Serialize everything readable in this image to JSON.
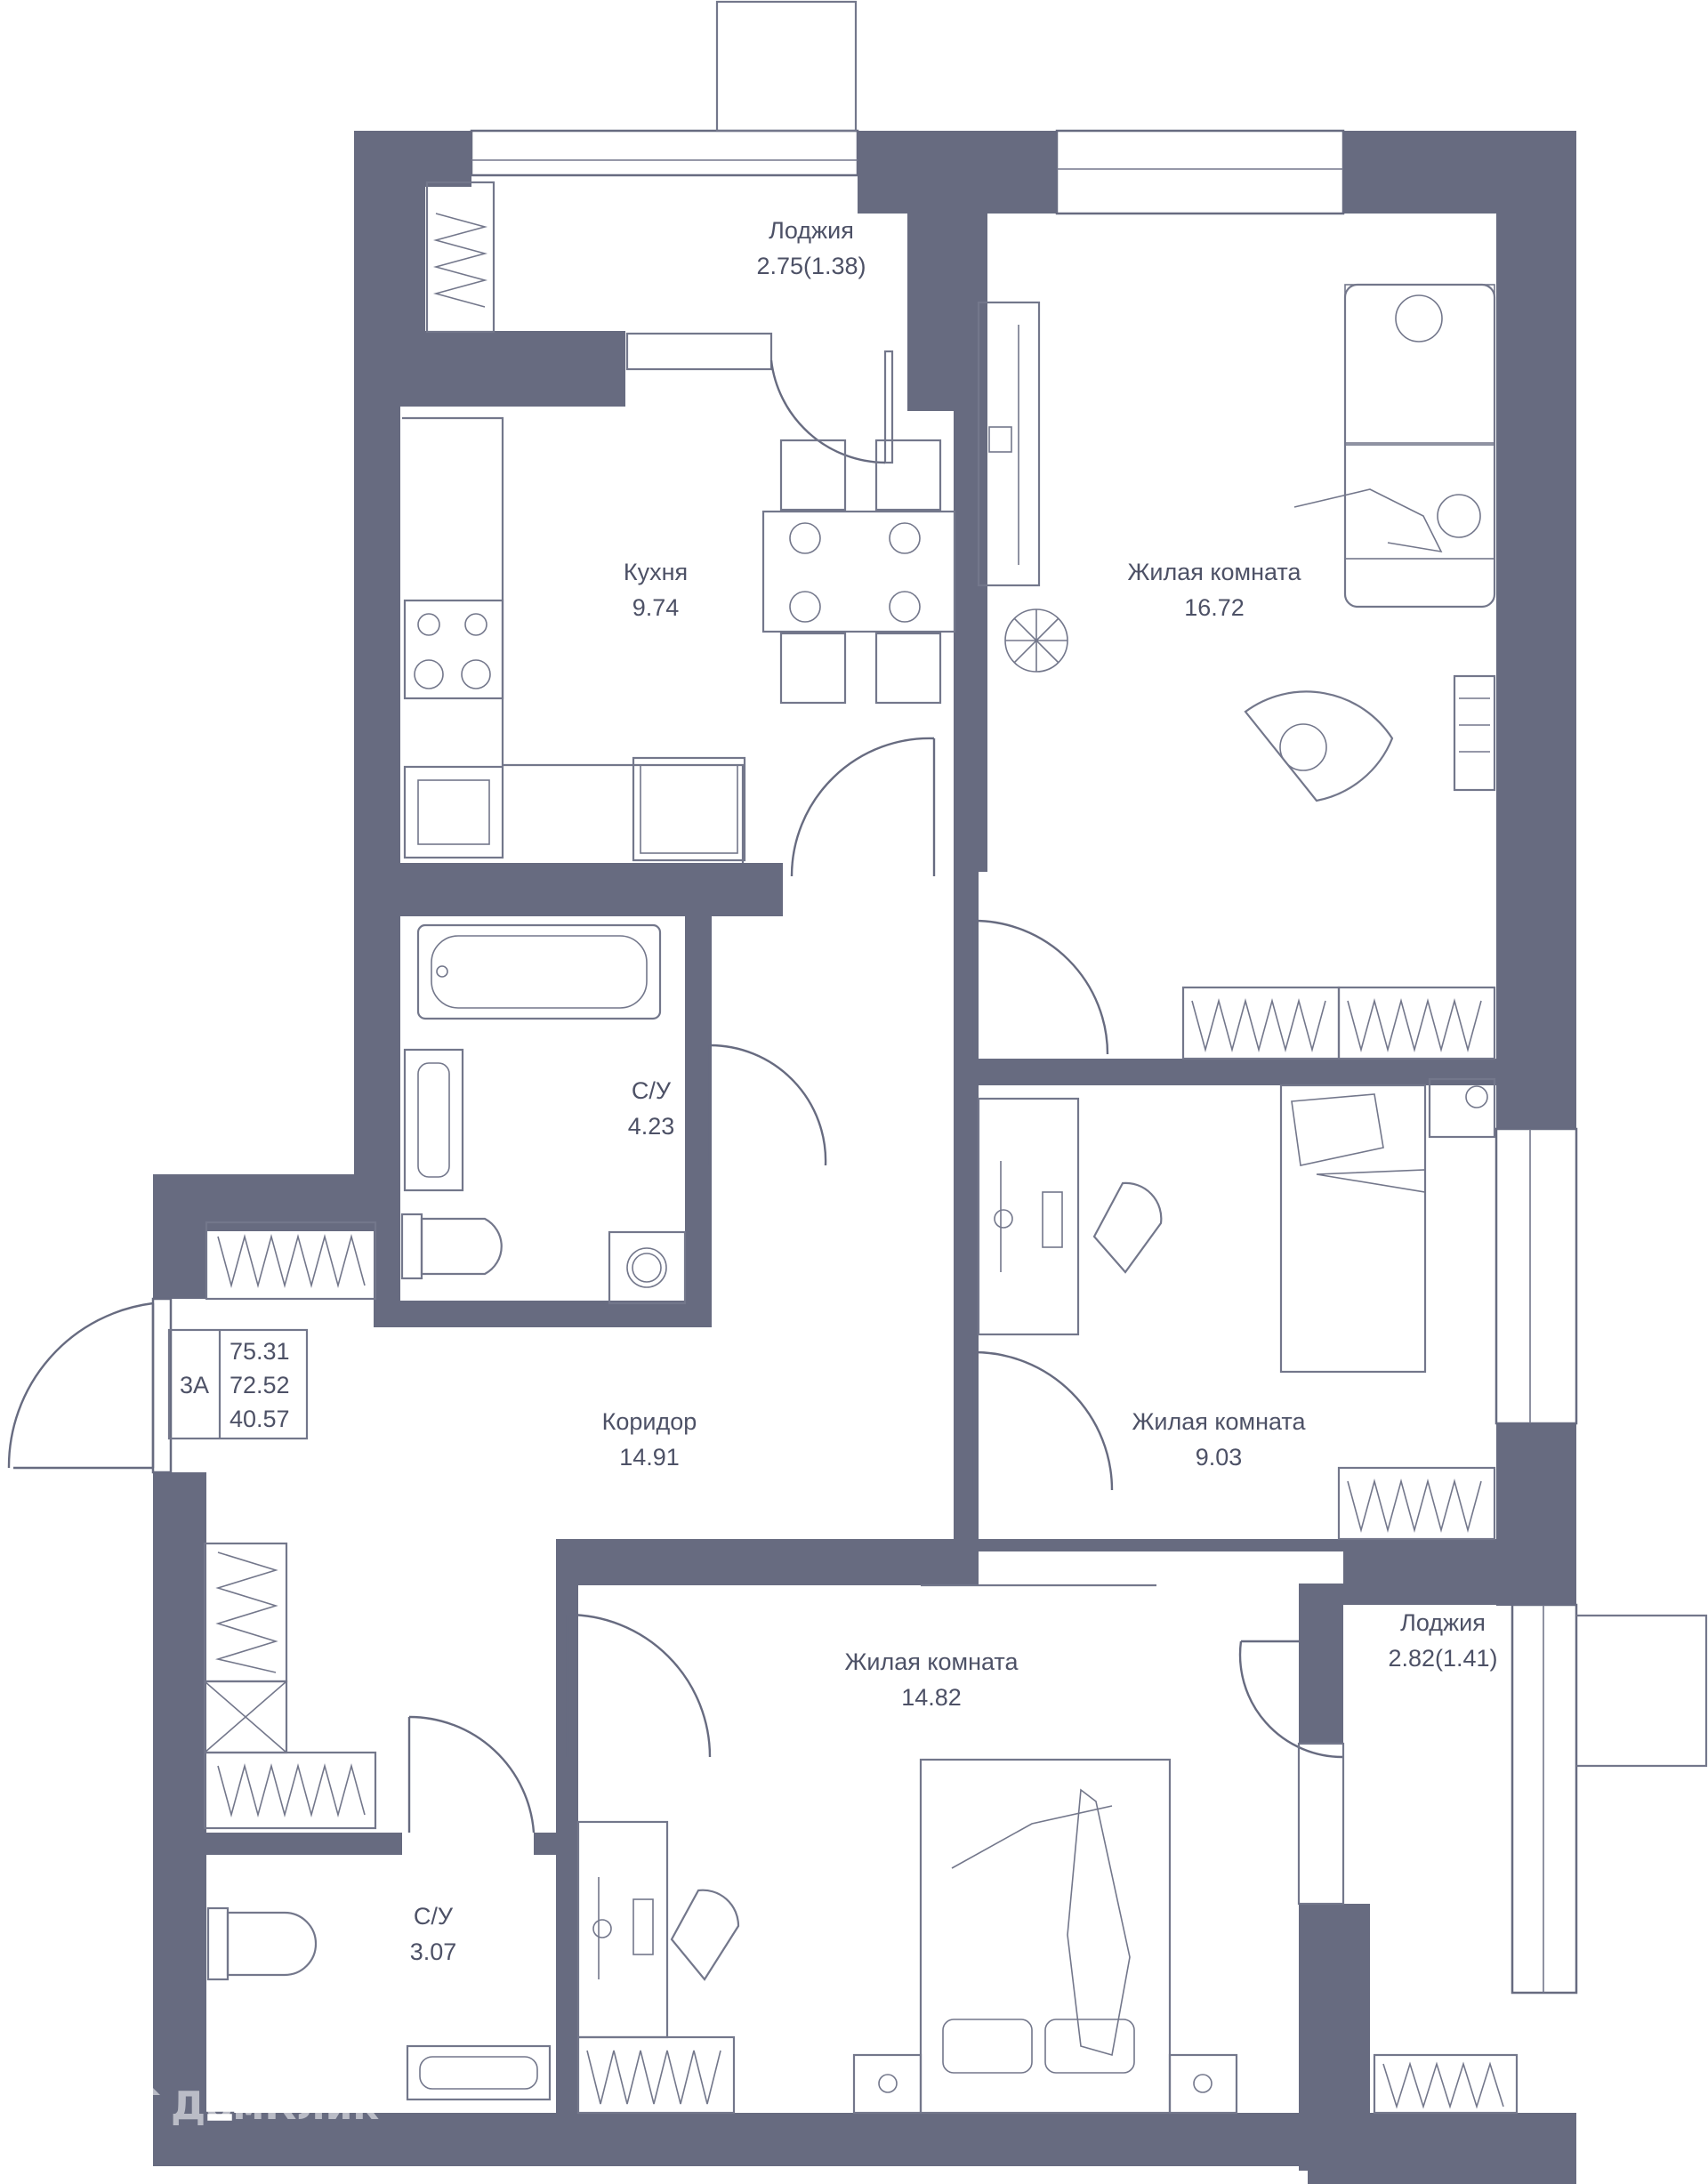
{
  "rooms": {
    "loggia_top": {
      "name": "Лоджия",
      "area": "2.75(1.38)"
    },
    "kitchen": {
      "name": "Кухня",
      "area": "9.74"
    },
    "living_top": {
      "name": "Жилая комната",
      "area": "16.72"
    },
    "bath_top": {
      "name": "С/У",
      "area": "4.23"
    },
    "corridor": {
      "name": "Коридор",
      "area": "14.91"
    },
    "living_mid": {
      "name": "Жилая комната",
      "area": "9.03"
    },
    "living_bottom": {
      "name": "Жилая комната",
      "area": "14.82"
    },
    "loggia_right": {
      "name": "Лоджия",
      "area": "2.82(1.41)"
    },
    "bath_bottom": {
      "name": "С/У",
      "area": "3.07"
    }
  },
  "apartment": {
    "type": "3А",
    "total_area": "75.31",
    "area_without_balcony": "72.52",
    "living_area": "40.57"
  },
  "watermark": {
    "text": "ДомКлик",
    "icon": "house-icon"
  },
  "colors": {
    "wall": "#676b80",
    "text": "#4d5166",
    "furniture": "#73778b"
  }
}
